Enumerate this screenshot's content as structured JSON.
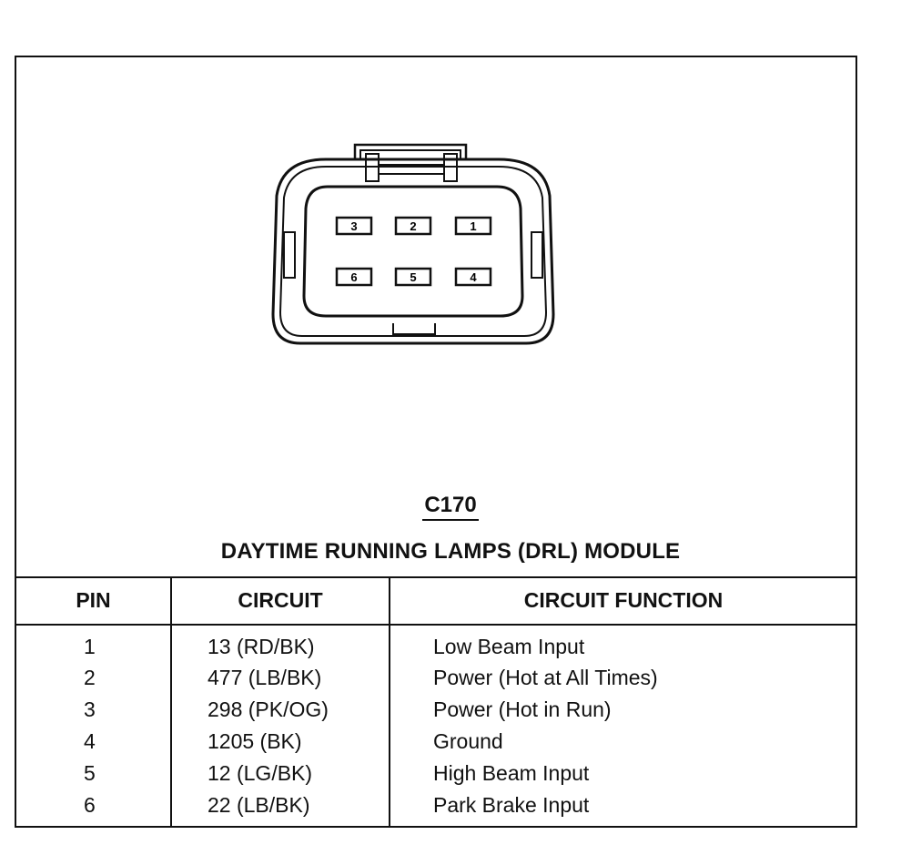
{
  "connector": {
    "pins_top": [
      "3",
      "2",
      "1"
    ],
    "pins_bottom": [
      "6",
      "5",
      "4"
    ]
  },
  "connector_code": "C170",
  "module_name": "DAYTIME RUNNING LAMPS (DRL) MODULE",
  "table": {
    "headers": [
      "PIN",
      "CIRCUIT",
      "CIRCUIT FUNCTION"
    ],
    "rows": [
      {
        "pin": "1",
        "circuit": "13 (RD/BK)",
        "function": "Low Beam Input"
      },
      {
        "pin": "2",
        "circuit": "477 (LB/BK)",
        "function": "Power (Hot at All Times)"
      },
      {
        "pin": "3",
        "circuit": "298 (PK/OG)",
        "function": "Power (Hot in Run)"
      },
      {
        "pin": "4",
        "circuit": "1205 (BK)",
        "function": "Ground"
      },
      {
        "pin": "5",
        "circuit": "12 (LG/BK)",
        "function": "High Beam Input"
      },
      {
        "pin": "6",
        "circuit": "22 (LB/BK)",
        "function": "Park Brake Input"
      }
    ]
  }
}
